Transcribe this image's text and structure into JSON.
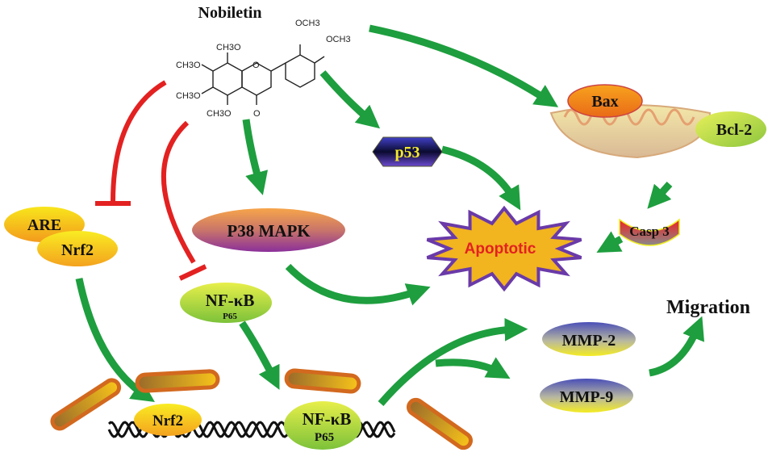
{
  "title": "Nobiletin",
  "molecule": {
    "substituents": [
      "CH3O",
      "CH3O",
      "CH3O",
      "CH3O",
      "OCH3",
      "OCH3"
    ],
    "ring_oxygen": "O",
    "carbonyl_oxygen": "O"
  },
  "nodes": {
    "bax": "Bax",
    "bcl2": "Bcl-2",
    "p53": "p53",
    "casp3": "Casp 3",
    "apoptotic": "Apoptotic",
    "are": "ARE",
    "nrf2_top": "Nrf2",
    "p38": "P38 MAPK",
    "nfkb_top": "NF-κB",
    "nfkb_top_sub": "P65",
    "nrf2_bottom": "Nrf2",
    "nfkb_bottom": "NF-κB",
    "nfkb_bottom_sub": "P65",
    "mmp2": "MMP-2",
    "mmp9": "MMP-9",
    "migration": "Migration"
  },
  "colors": {
    "activation_arrow": "#1e9e3e",
    "inhibition": "#e32121",
    "apoptotic_fill": "#f2b41f",
    "apoptotic_border": "#6a3aa8",
    "apoptotic_text": "#e32121",
    "p53_text": "#f4ea2a"
  }
}
